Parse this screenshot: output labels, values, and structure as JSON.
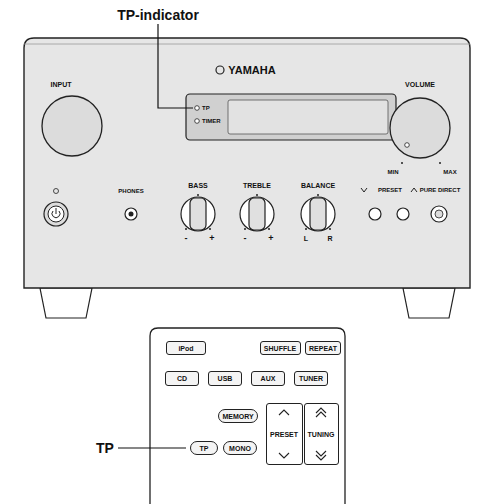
{
  "diagram": {
    "nodes": [
      {
        "text": [
          "iPod"
        ]
      },
      {
        "text": [
          "SHUFFLE"
        ]
      },
      {
        "text": [
          "REPEAT"
        ]
      },
      {
        "text": [
          "CD"
        ]
      },
      {
        "text": [
          "USB"
        ]
      },
      {
        "text": [
          "AUX"
        ]
      },
      {
        "text": [
          "TUNER"
        ]
      },
      {
        "text": [
          "MEMORY"
        ]
      },
      {
        "text": [
          "PRESET"
        ]
      },
      {
        "text": [
          "TUNING"
        ]
      },
      {
        "text": [
          "TP"
        ]
      },
      {
        "text": [
          "MONO"
        ]
      }
    ],
    "labels": [
      "TP-indicator",
      "TP",
      "TIMER",
      "YAMAHA",
      "INPUT",
      "VOLUME",
      "MIN",
      "MAX",
      "PHONES",
      "BASS",
      "TREBLE",
      "BALANCE",
      "PRESET",
      "PURE DIRECT",
      "-",
      "+",
      "-",
      "+",
      "L",
      "R",
      "TP"
    ]
  }
}
